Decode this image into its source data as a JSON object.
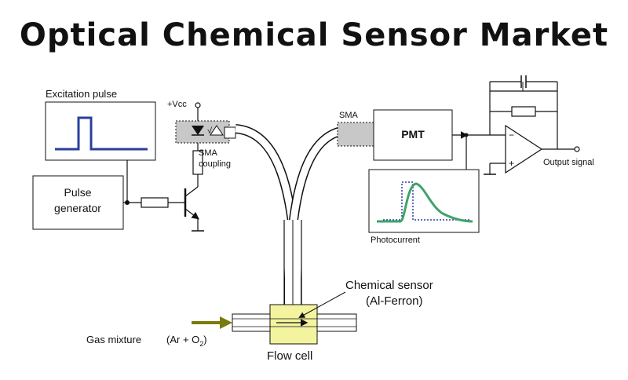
{
  "title": "Optical Chemical Sensor Market",
  "labels": {
    "excitation_pulse": "Excitation pulse",
    "pulse_generator_line1": "Pulse",
    "pulse_generator_line2": "generator",
    "vcc": "+Vcc",
    "sma_coupling_line1": "SMA",
    "sma_coupling_line2": "coupling",
    "sma": "SMA",
    "pmt": "PMT",
    "output_signal": "Output signal",
    "photocurrent": "Photocurrent",
    "chemical_sensor_line1": "Chemical sensor",
    "chemical_sensor_line2": "(Al-Ferron)",
    "gas_mixture": "Gas mixture",
    "gas_formula": "(Ar + O",
    "gas_formula_sub": "2",
    "gas_formula_end": ")",
    "flow_cell": "Flow cell",
    "opamp_minus": "−",
    "opamp_plus": "+"
  },
  "colors": {
    "pulse_trace": "#2b3f9e",
    "photocurrent_trace": "#3fa36b",
    "photocurrent_dotted": "#2b3f9e",
    "sensor_fill": "#f3f3a0",
    "arrow": "#7a7a10",
    "sma_fill": "#c8c8c8"
  }
}
